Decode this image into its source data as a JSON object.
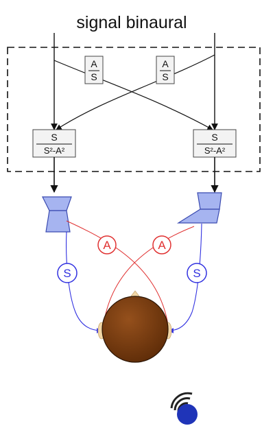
{
  "title": "signal binaural",
  "blocks": {
    "crosstalk_left": {
      "numerator": "A",
      "denominator": "S"
    },
    "crosstalk_right": {
      "numerator": "A",
      "denominator": "S"
    },
    "direct_left": {
      "numerator": "S",
      "denominator": "S²-A²"
    },
    "direct_right": {
      "numerator": "S",
      "denominator": "S²-A²"
    }
  },
  "paths": {
    "cross_left": "A",
    "cross_right": "A",
    "direct_left": "S",
    "direct_right": "S"
  },
  "colors": {
    "speaker_fill": "#a6b4f0",
    "speaker_stroke": "#3a4ab0",
    "cross_path": "#e03030",
    "direct_path": "#3030e0",
    "head_fill": "#7a3d10",
    "ear_fill": "#f2d7a6",
    "logo_blue": "#1f34b8"
  },
  "icons": [
    "speaker-icon",
    "head-icon",
    "logo-icon"
  ]
}
